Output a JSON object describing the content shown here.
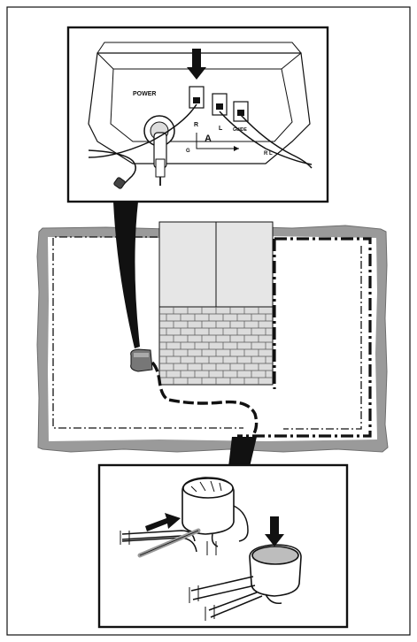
{
  "figure": {
    "type": "installation-diagram",
    "panels": [
      "charging-station-connector-detail",
      "garden-boundary-layout",
      "wire-connector-splice-detail"
    ]
  },
  "labels": {
    "power": "POWER",
    "a": "A",
    "r": "R",
    "l": "L",
    "guide": "GUIDE",
    "g": "G",
    "rl": "R L"
  },
  "colors": {
    "ink": "#111111",
    "boundary_outline": "#8c8c8c",
    "lawn_area": "#ffffff",
    "house": "#e6e6e6",
    "patio": "#dcdcdc",
    "connector_cap": "#bdbdbd"
  }
}
